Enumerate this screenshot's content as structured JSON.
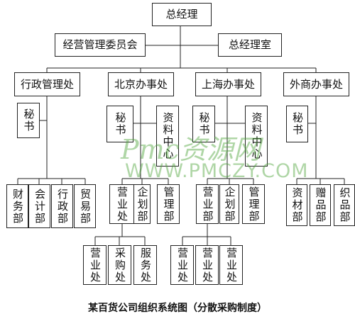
{
  "top": "总经理",
  "staff": {
    "left": "经营管理委员会",
    "right": "总经理室"
  },
  "divisions": {
    "admin": "行政管理处",
    "beijing": "北京办事处",
    "shanghai": "上海办事处",
    "foreign": "外商办事处"
  },
  "second_row": {
    "admin_secretary": "秘书",
    "beijing_secretary": "秘书",
    "beijing_data_center": "资料中心",
    "shanghai_secretary": "秘书",
    "shanghai_data_center": "资料中心",
    "foreign_secretary": "秘书"
  },
  "departments": {
    "admin": [
      "财务部",
      "会计部",
      "行政部",
      "贸易部"
    ],
    "beijing": [
      "营业处",
      "企划部",
      "管理部"
    ],
    "shanghai": [
      "营业部",
      "企划部",
      "管理部"
    ],
    "foreign": [
      "资材部",
      "赠品部",
      "织品部"
    ]
  },
  "units": {
    "beijing": [
      "营业处",
      "采购处",
      "服务处"
    ],
    "shanghai": [
      "营业处",
      "营业处",
      "营业处"
    ]
  },
  "watermark": {
    "logo": "Pmc资源网",
    "url": "WWW.PMCZY.COM"
  },
  "caption": "某百货公司组织系统图（分散采购制度）"
}
